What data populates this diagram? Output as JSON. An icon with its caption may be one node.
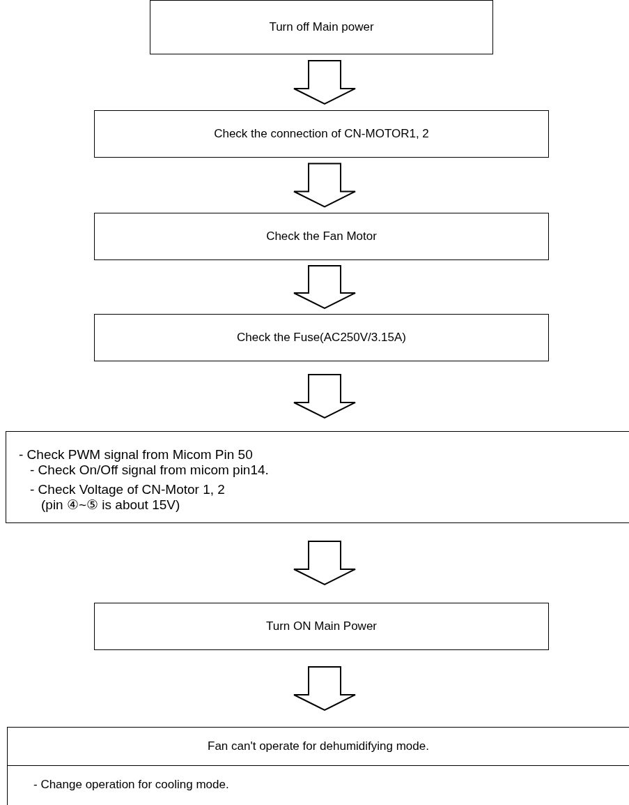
{
  "diagram": {
    "nodes": [
      {
        "text": [
          "Turn off Main power"
        ]
      },
      {
        "text": [
          "Check the connection of CN-MOTOR1, 2"
        ]
      },
      {
        "text": [
          "Check the Fan Motor"
        ]
      },
      {
        "text": [
          "Check the Fuse(AC250V/3.15A)"
        ]
      },
      {
        "text": [
          "- Check PWM signal from Micom Pin 50",
          "- Check On/Off signal from micom pin14.",
          "- Check Voltage of CN-Motor 1, 2",
          "(pin ④~⑤ is about 15V)"
        ]
      },
      {
        "text": [
          "Turn ON Main Power"
        ]
      },
      {
        "text": [
          "Fan can't operate for dehumidifying mode.",
          "- Change operation for cooling mode."
        ]
      }
    ],
    "edges": [
      {
        "from": 0,
        "to": 1,
        "arrow": "to"
      },
      {
        "from": 1,
        "to": 2,
        "arrow": "to"
      },
      {
        "from": 2,
        "to": 3,
        "arrow": "to"
      },
      {
        "from": 3,
        "to": 4,
        "arrow": "to"
      },
      {
        "from": 4,
        "to": 5,
        "arrow": "to"
      },
      {
        "from": 5,
        "to": 6,
        "arrow": "to"
      }
    ]
  }
}
